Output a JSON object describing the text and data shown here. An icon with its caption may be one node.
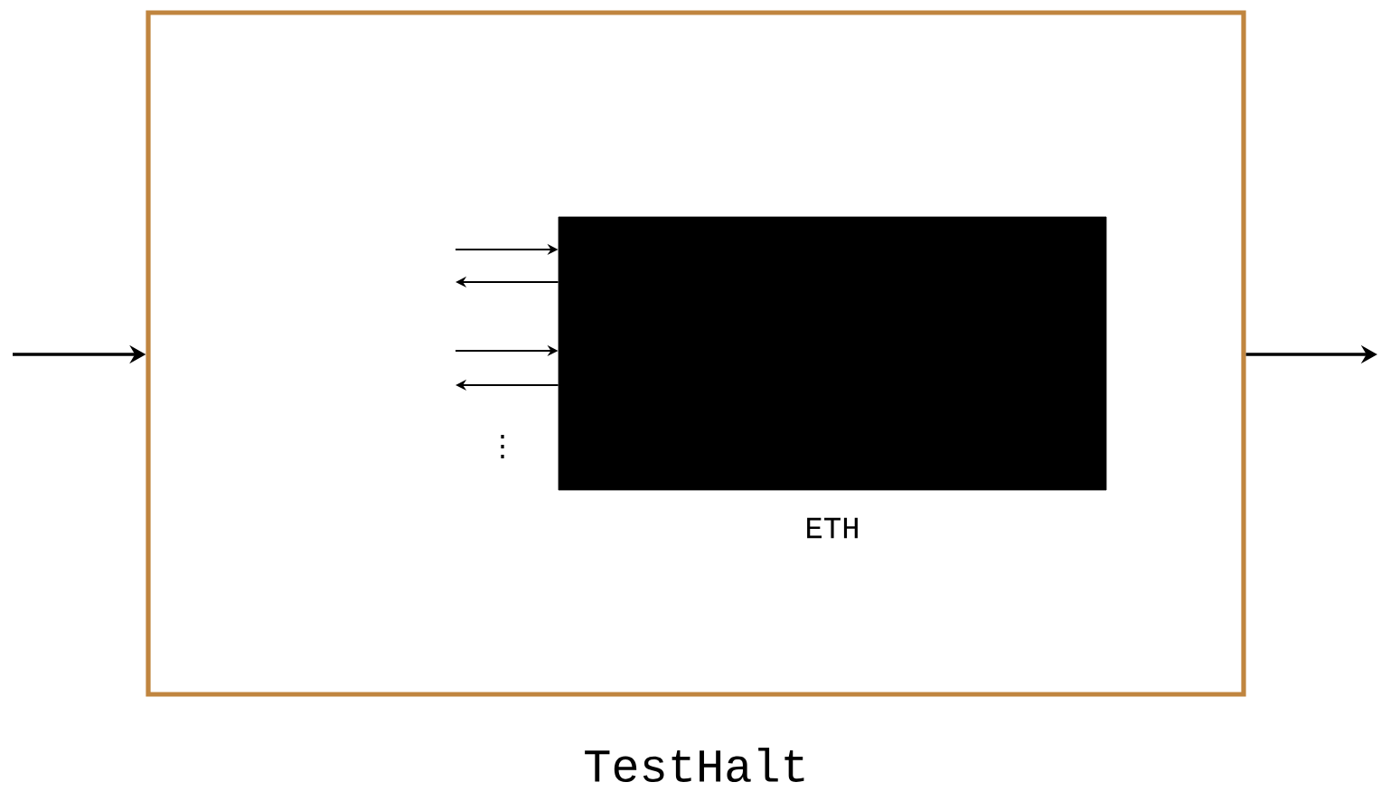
{
  "diagram": {
    "nodes": [
      {
        "text": [],
        "shape": "box",
        "beside": [
          "TestHalt"
        ]
      },
      {
        "text": [],
        "shape": "box",
        "in": 0,
        "beside": [
          "ETH"
        ]
      }
    ],
    "edges": [
      {
        "from": null,
        "to": 0,
        "arrow": "to"
      },
      {
        "from": 0,
        "to": null,
        "arrow": "to"
      },
      {
        "from": null,
        "to": 1,
        "arrow": "to"
      },
      {
        "from": 1,
        "to": null,
        "arrow": "to"
      },
      {
        "from": null,
        "to": 1,
        "arrow": "to"
      },
      {
        "from": 1,
        "to": null,
        "arrow": "to"
      }
    ],
    "labels": [
      "⋮"
    ]
  }
}
